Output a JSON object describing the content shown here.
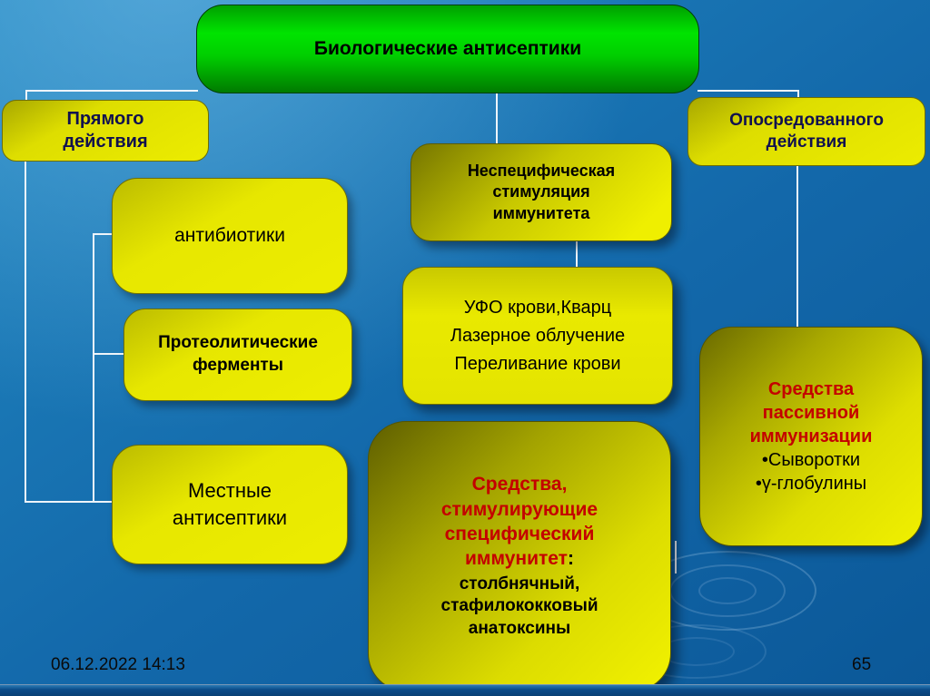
{
  "slide": {
    "title": "Биологические антисептики",
    "footer": {
      "datetime": "06.12.2022 14:13",
      "page_number": "65"
    }
  },
  "nodes": {
    "direct": {
      "label": "Прямого\nдействия"
    },
    "indirect": {
      "label": "Опосредованного\nдействия"
    },
    "nonspecific": {
      "label": "Неспецифическая\nстимуляция\nиммунитета"
    },
    "antibiotics": {
      "label": "антибиотики"
    },
    "enzymes": {
      "label": "Протеолитические\nферменты"
    },
    "local": {
      "label": "Местные\nантисептики"
    },
    "nonspecific_methods": {
      "label": "УФО крови,Кварц\nЛазерное облучение\nПереливание крови"
    },
    "specific": {
      "highlight": "Средства,\nстимулирующие\nспецифический\nиммунитет",
      "colon": ":",
      "detail": "столбнячный,\nстафилококковый\nанатоксины"
    },
    "passive": {
      "highlight": "Средства\nпассивной\nиммунизации",
      "items": [
        "•Сыворотки",
        "•γ-глобулины"
      ]
    }
  },
  "colors": {
    "background_blue": "#1368aa",
    "title_box_green": "#00ce00",
    "node_yellow": "#e9e900",
    "node_olive": "#757500",
    "highlight_red": "#c40000",
    "text_dark_navy": "#10104f",
    "connector_white": "#eef4fa"
  }
}
